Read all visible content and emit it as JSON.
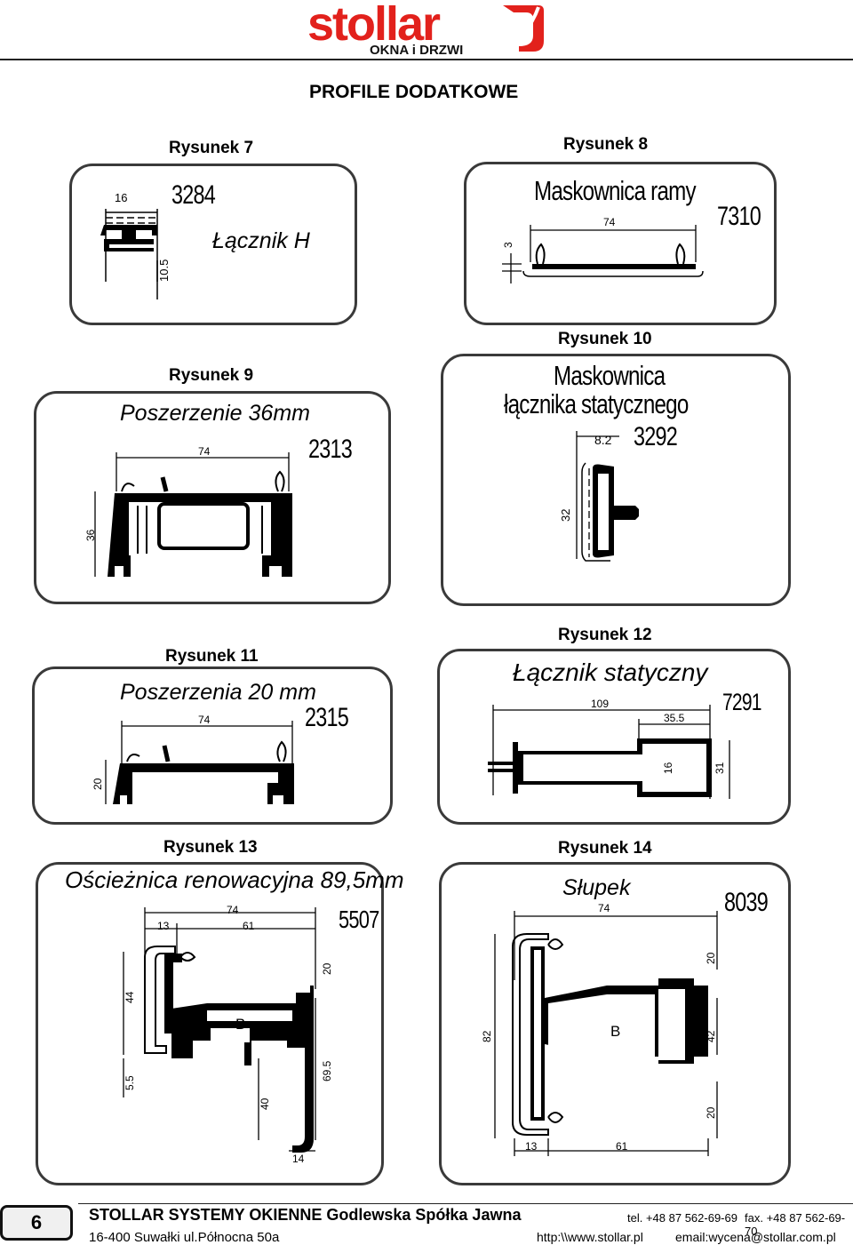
{
  "header": {
    "brand": "stollar",
    "tagline": "OKNA i DRZWI",
    "brand_color": "#e2211c"
  },
  "title": "PROFILE DODATKOWE",
  "figures": [
    {
      "caption": "Rysunek 7",
      "code": "3284",
      "name": "Łącznik H",
      "dims": [
        "16",
        "10.5"
      ]
    },
    {
      "caption": "Rysunek 8",
      "code": "7310",
      "name": "Maskownica ramy",
      "dims": [
        "74",
        "3"
      ]
    },
    {
      "caption": "Rysunek 9",
      "code": "2313",
      "name": "Poszerzenie 36mm",
      "dims": [
        "74",
        "36"
      ]
    },
    {
      "caption": "Rysunek 10",
      "code": "3292",
      "name_line1": "Maskownica",
      "name_line2": "łącznika statycznego",
      "dims": [
        "8.2",
        "32"
      ]
    },
    {
      "caption": "Rysunek 11",
      "code": "2315",
      "name": "Poszerzenia 20 mm",
      "dims": [
        "74",
        "20"
      ]
    },
    {
      "caption": "Rysunek 12",
      "code": "7291",
      "name": "Łącznik  statyczny",
      "dims": [
        "109",
        "35.5",
        "16",
        "31"
      ]
    },
    {
      "caption": "Rysunek 13",
      "code": "5507",
      "name": "Ościeżnica renowacyjna 89,5mm",
      "dims": [
        "74",
        "13",
        "61",
        "20",
        "44",
        "B",
        "5.5",
        "40",
        "69.5",
        "14"
      ]
    },
    {
      "caption": "Rysunek 14",
      "code": "8039",
      "name": "Słupek",
      "dims": [
        "74",
        "20",
        "82",
        "B",
        "42",
        "20",
        "13",
        "61"
      ]
    }
  ],
  "footer": {
    "page_number": "6",
    "company": "STOLLAR SYSTEMY OKIENNE Godlewska Spółka Jawna",
    "address": "16-400 Suwałki ul.Północna 50a",
    "tel": "tel. +48 87 562-69-69",
    "fax": "fax. +48 87 562-69-70",
    "www": "http:\\\\www.stollar.pl",
    "email": "email:wycena@stollar.com.pl"
  }
}
